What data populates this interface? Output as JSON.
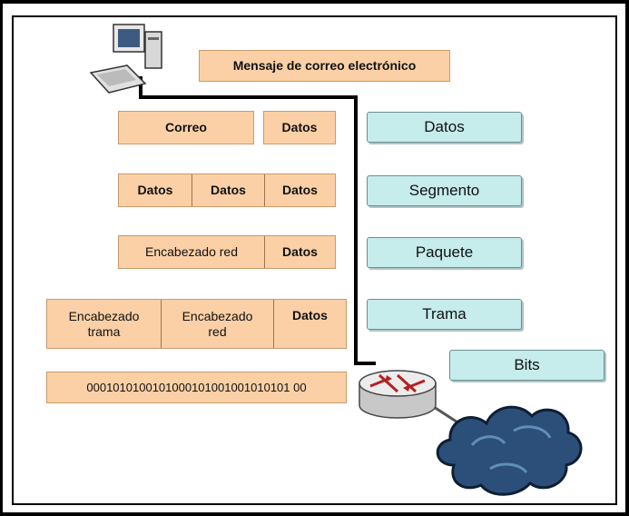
{
  "message_label": "Mensaje de correo electrónico",
  "rows": [
    {
      "cells": [
        "Correo",
        "Datos"
      ]
    },
    {
      "cells": [
        "Datos",
        "Datos",
        "Datos"
      ]
    },
    {
      "cells": [
        "Encabezado red",
        "Datos"
      ]
    },
    {
      "cells": [
        "Encabezado\ntrama",
        "Encabezado\nred",
        "Datos"
      ]
    },
    {
      "cells": [
        "0001010100101000101001001010101 00"
      ]
    }
  ],
  "layers": [
    "Datos",
    "Segmento",
    "Paquete",
    "Trama",
    "Bits"
  ],
  "icons": {
    "computer": "computer-icon",
    "router": "router-icon",
    "network": "network-cloud-icon"
  },
  "colors": {
    "encapsulation_fill": "#fbd0a6",
    "layer_fill": "#c6ecec",
    "cable": "#000000",
    "cloud": "#2b4f78"
  }
}
